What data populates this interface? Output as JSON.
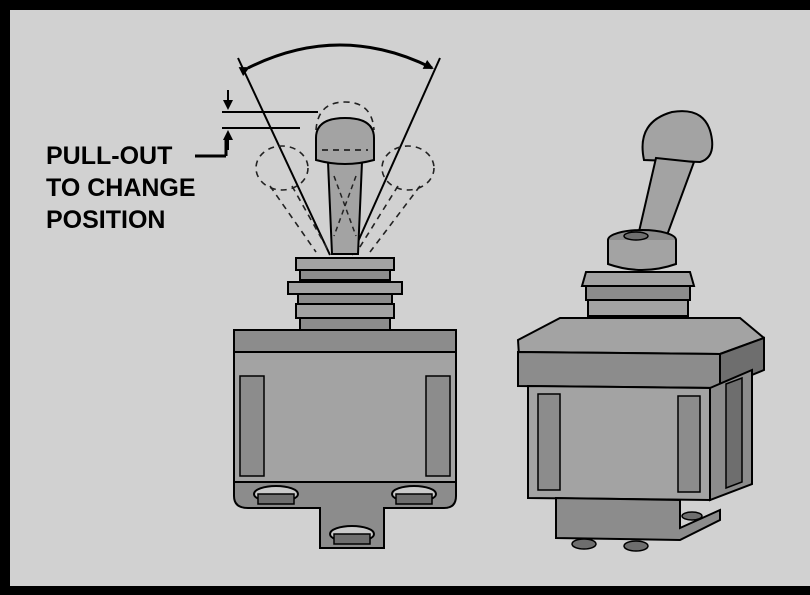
{
  "diagram": {
    "callout": {
      "line1": "PULL-OUT",
      "line2": "TO CHANGE",
      "line3": "POSITION"
    },
    "colors": {
      "background": "#d1d1d1",
      "frame": "#000000",
      "body_light": "#a3a3a3",
      "body_mid": "#8c8c8c",
      "body_dark": "#6e6e6e",
      "highlight": "#c9c9c9"
    },
    "figures": [
      "pull-to-unlock-toggle-front-view",
      "toggle-switch-perspective-view"
    ]
  }
}
